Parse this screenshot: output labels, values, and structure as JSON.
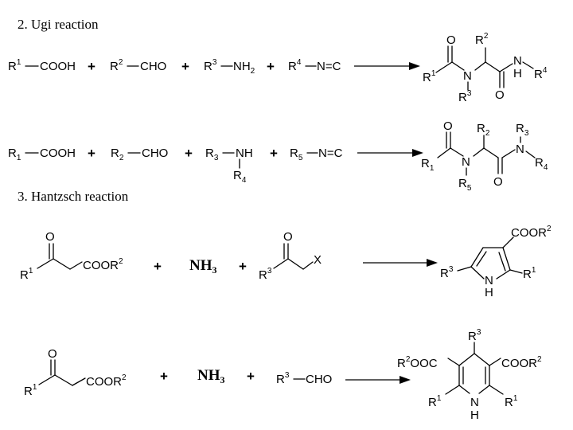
{
  "sections": {
    "ugi": {
      "title": "2. Ugi reaction"
    },
    "hantzsch": {
      "title": "3. Hantzsch reaction"
    }
  },
  "ugi_row1": {
    "r_acid": "R",
    "r_acid_sup": "1",
    "acid": "COOH",
    "r_ald": "R",
    "r_ald_sup": "2",
    "ald": "CHO",
    "r_amine": "R",
    "r_amine_sup": "3",
    "amine": "NH",
    "amine_sub": "2",
    "r_iso": "R",
    "r_iso_sup": "4",
    "iso": "N=C",
    "plus": "+",
    "product": {
      "o1": "O",
      "r1": "R",
      "r1_sup": "1",
      "n1": "N",
      "r3": "R",
      "r3_sup": "3",
      "r2": "R",
      "r2_sup": "2",
      "o2": "O",
      "nh": "N",
      "h": "H",
      "r4": "R",
      "r4_sup": "4"
    }
  },
  "ugi_row2": {
    "r_acid": "R",
    "r_acid_sub": "1",
    "acid": "COOH",
    "r_ald": "R",
    "r_ald_sub": "2",
    "ald": "CHO",
    "r_amine": "R",
    "r_amine_sub": "3",
    "amine": "NH",
    "r_amine2": "R",
    "r_amine2_sub": "4",
    "r_iso": "R",
    "r_iso_sub": "5",
    "iso": "N=C",
    "plus": "+",
    "product": {
      "o1": "O",
      "r1": "R",
      "r1_sub": "1",
      "n1": "N",
      "r5": "R",
      "r5_sub": "5",
      "r2": "R",
      "r2_sub": "2",
      "o2": "O",
      "n2": "N",
      "r3": "R",
      "r3_sub": "3",
      "r4": "R",
      "r4_sub": "4"
    }
  },
  "hantzsch_row1": {
    "ketoester": {
      "o": "O",
      "r1": "R",
      "r1_sup": "1",
      "ester": "COOR",
      "ester_sup": "2"
    },
    "ammonia": "NH",
    "ammonia_sub": "3",
    "haloketone": {
      "o": "O",
      "r3": "R",
      "r3_sup": "3",
      "x": "X"
    },
    "plus": "+",
    "product": {
      "ester": "COOR",
      "ester_sup": "2",
      "r3": "R",
      "r3_sup": "3",
      "r1": "R",
      "r1_sup": "1",
      "n": "N",
      "h": "H"
    }
  },
  "hantzsch_row2": {
    "ketoester": {
      "o": "O",
      "r1": "R",
      "r1_sup": "1",
      "ester": "COOR",
      "ester_sup": "2"
    },
    "ammonia": "NH",
    "ammonia_sub": "3",
    "aldehyde": {
      "r3": "R",
      "r3_sup": "3",
      "cho": "CHO"
    },
    "plus": "+",
    "product": {
      "r3": "R",
      "r3_sup": "3",
      "left_ester_r": "R",
      "left_ester_sup": "2",
      "left_ester": "OOC",
      "right_ester": "COOR",
      "right_ester_sup": "2",
      "r1_left": "R",
      "r1_left_sup": "1",
      "r1_right": "R",
      "r1_right_sup": "1",
      "n": "N",
      "h": "H"
    }
  }
}
